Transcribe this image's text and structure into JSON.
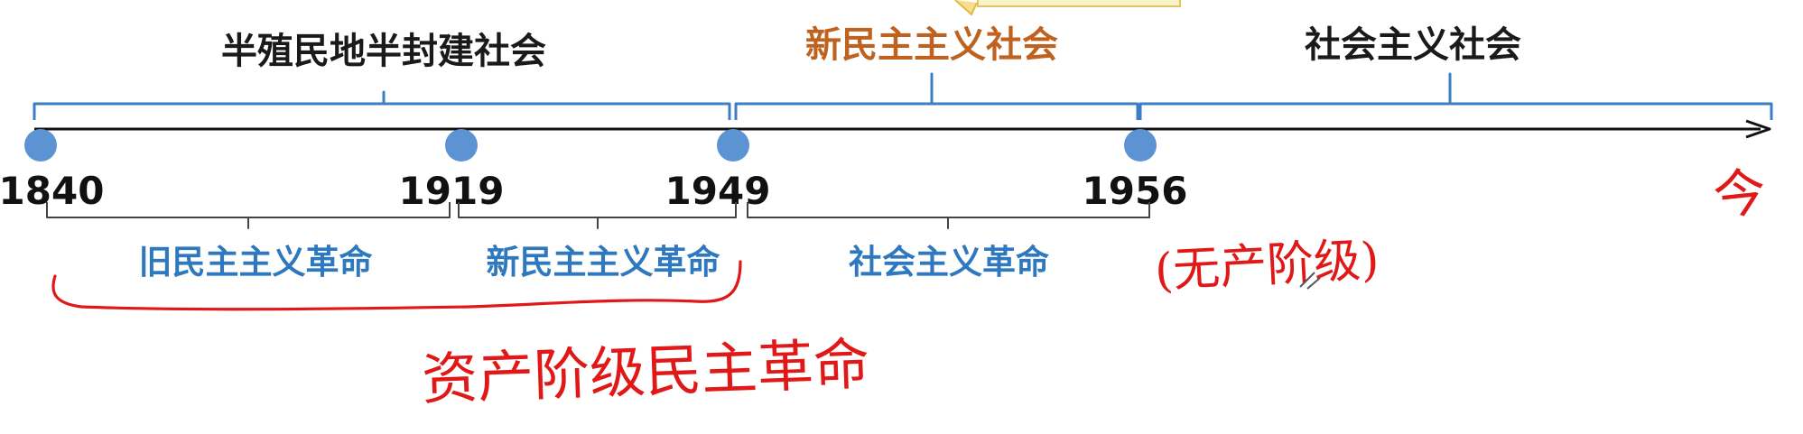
{
  "timeline": {
    "periods": [
      {
        "label": "半殖民地半封建社会",
        "color": "#1a1a1a"
      },
      {
        "label": "新民主主义社会",
        "color": "#c0621f"
      },
      {
        "label": "社会主义社会",
        "color": "#1a1a1a"
      }
    ],
    "years": [
      "1840",
      "1919",
      "1949",
      "1956"
    ],
    "revolutions": [
      "旧民主主义革命",
      "新民主主义革命",
      "社会主义革命"
    ],
    "colors": {
      "axis": "#111111",
      "brace_top": "#3a7fc6",
      "node": "#5b93d3",
      "revolution_text": "#2e78bf",
      "annotation": "#e01818"
    }
  },
  "annotations": {
    "now": "今",
    "proletarian": "(无产阶级)",
    "bourgeois_democratic_revolution": "资产阶级民主革命"
  }
}
